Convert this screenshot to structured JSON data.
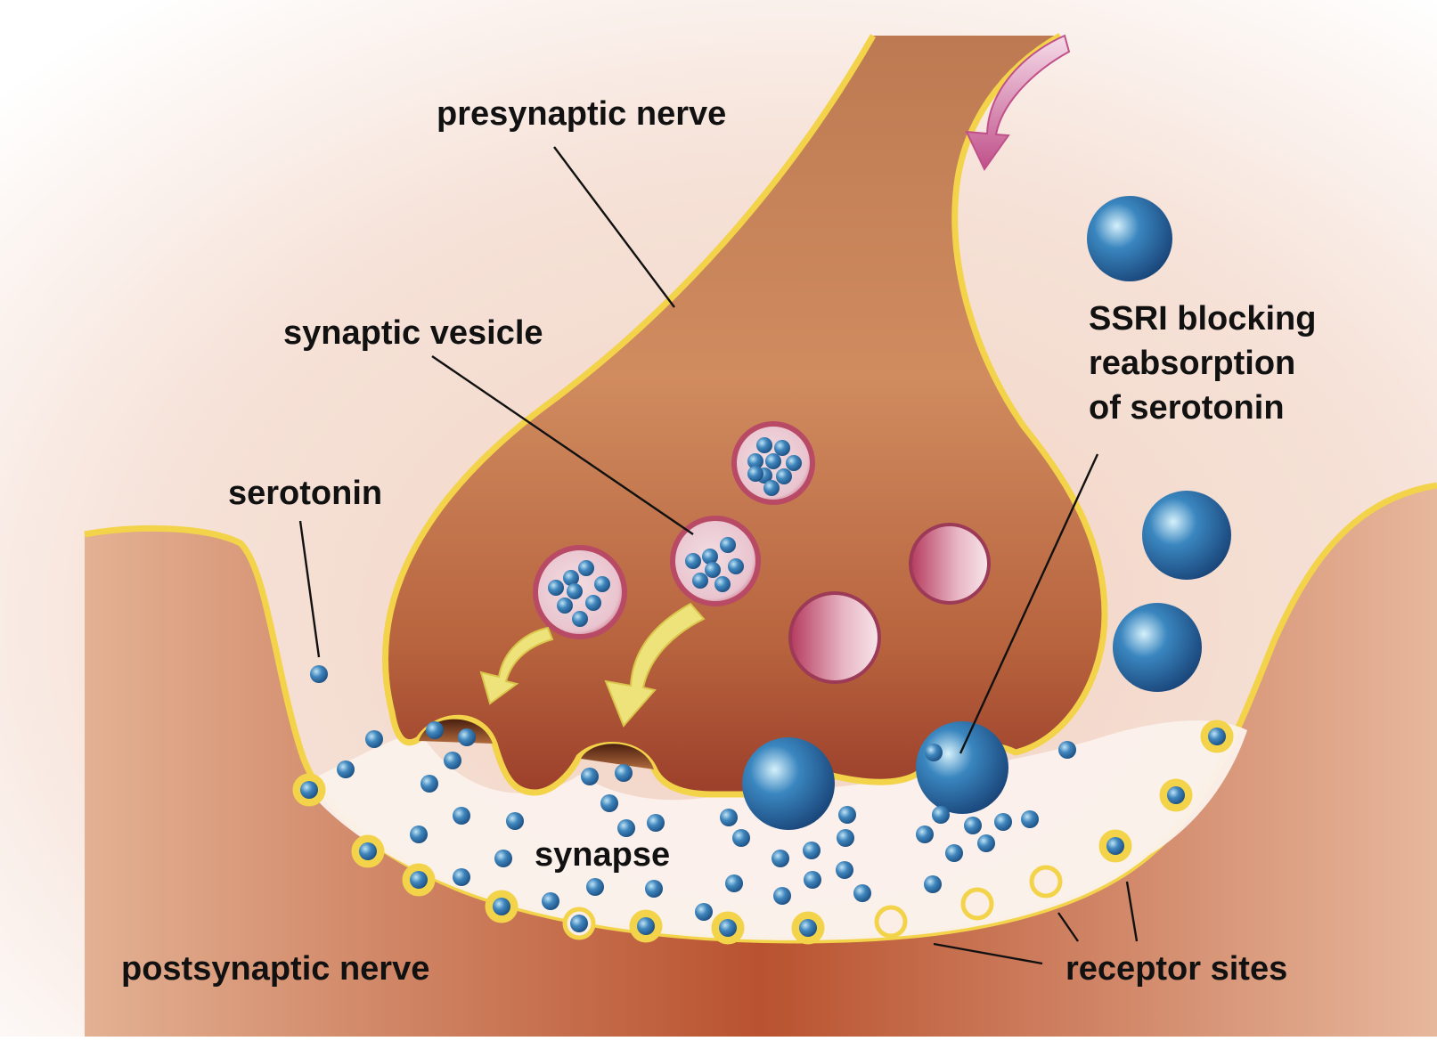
{
  "labels": {
    "presynaptic": "presynaptic nerve",
    "vesicle": "synaptic vesicle",
    "serotonin": "serotonin",
    "ssri_line1": "SSRI blocking",
    "ssri_line2": "reabsorption",
    "ssri_line3": "of serotonin",
    "synapse": "synapse",
    "postsynaptic": "postsynaptic nerve",
    "receptors": "receptor sites"
  },
  "colors": {
    "nerve_outer": "#c9734c",
    "nerve_inner": "#cf8a5f",
    "membrane": "#f3d34a",
    "cleft": "#fbeee6",
    "molecule": "#2e6fa8",
    "vesicle": "#b84a66",
    "ssri": "#1f5a9c",
    "arrow_pink": "#c0508a",
    "arrow_yellow": "#eee27a"
  },
  "icons": {
    "reuptake_arrow": "curved-arrow-icon",
    "release_arrow": "curved-arrow-icon"
  }
}
